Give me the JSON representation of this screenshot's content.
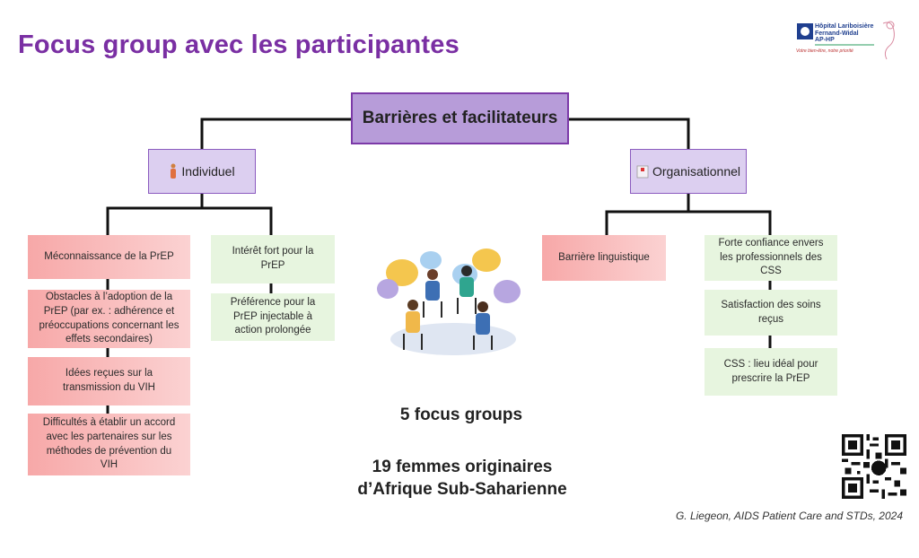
{
  "title": "Focus group avec les participantes",
  "root": "Barrières et facilitateurs",
  "branches": {
    "individuel": "Individuel",
    "organisationnel": "Organisationnel"
  },
  "individuel": {
    "barriers": [
      "Méconnaissance de la PrEP",
      "Obstacles à l’adoption de la PrEP (par ex. : adhérence et préoccupations concernant les effets secondaires)",
      "Idées reçues sur la transmission du VIH",
      "Difficultés à établir un accord avec les partenaires sur les méthodes de prévention du VIH"
    ],
    "facilitators": [
      "Intérêt fort pour la PrEP",
      "Préférence pour la PrEP injectable à action prolongée"
    ]
  },
  "organisationnel": {
    "barriers": [
      "Barrière linguistique"
    ],
    "facilitators": [
      "Forte confiance envers les professionnels des CSS",
      "Satisfaction des soins reçus",
      "CSS : lieu idéal pour prescrire la PrEP"
    ]
  },
  "stats": {
    "groups": "5 focus groups",
    "women_line1": "19 femmes originaires",
    "women_line2": "d’Afrique Sub-Saharienne"
  },
  "citation": "G. Liegeon, AIDS Patient Care and STDs, 2024",
  "logo": {
    "line1": "Hôpital Lariboisière",
    "line2": "Fernand-Widal",
    "line3": "AP-HP",
    "tagline": "Votre bien-être, notre priorité"
  },
  "colors": {
    "title": "#7a2fa3",
    "root_fill": "#b79cd9",
    "branch_fill": "#dccff0",
    "barrier_fill": "#f7a8a8",
    "facilitator_fill": "#e7f5df"
  }
}
